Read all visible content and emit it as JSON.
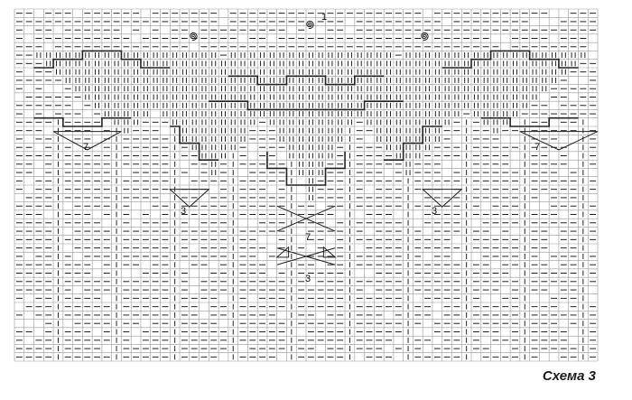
{
  "caption": "Схема 3",
  "labels": {
    "left_seven": "7",
    "right_seven": "7",
    "left_three": "3",
    "right_three": "3",
    "center_seven": "7",
    "center_three": "3",
    "top_one": "1"
  },
  "colors": {
    "grid": "#9a9a9a",
    "ink": "#222222",
    "paper": "#ffffff"
  },
  "symbols": {
    "purl": "short horizontal dash",
    "knit": "short vertical tick",
    "bobble": "spiral"
  }
}
